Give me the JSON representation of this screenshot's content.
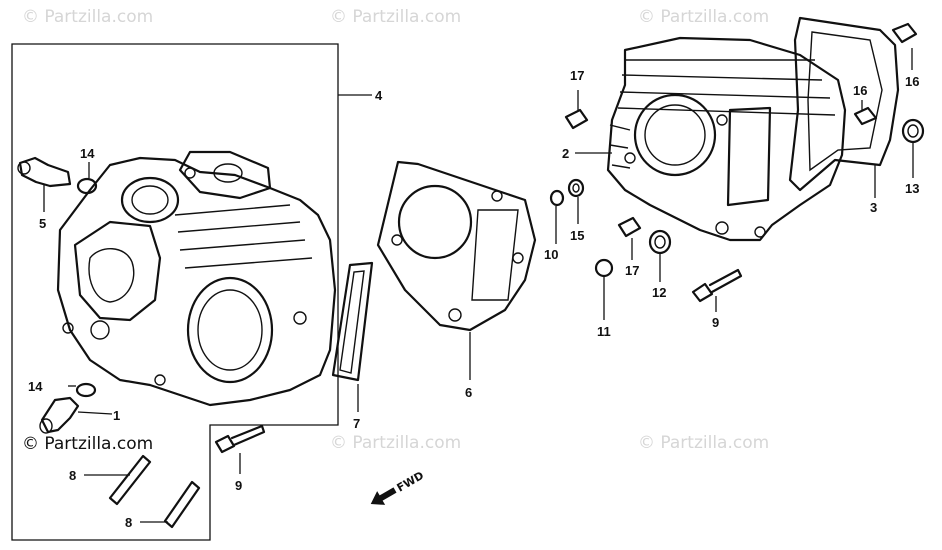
{
  "watermarks": [
    "© Partzilla.com",
    "© Partzilla.com",
    "© Partzilla.com",
    "© Partzilla.com",
    "© Partzilla.com"
  ],
  "copyright": "© Partzilla.com",
  "fwd_label": "FWD",
  "callouts": {
    "c1": "1",
    "c2": "2",
    "c3": "3",
    "c4": "4",
    "c5": "5",
    "c6": "6",
    "c7": "7",
    "c8a": "8",
    "c8b": "8",
    "c9a": "9",
    "c9b": "9",
    "c10": "10",
    "c11": "11",
    "c12": "12",
    "c13": "13",
    "c14a": "14",
    "c14b": "14",
    "c15": "15",
    "c16a": "16",
    "c16b": "16",
    "c17a": "17",
    "c17b": "17"
  }
}
